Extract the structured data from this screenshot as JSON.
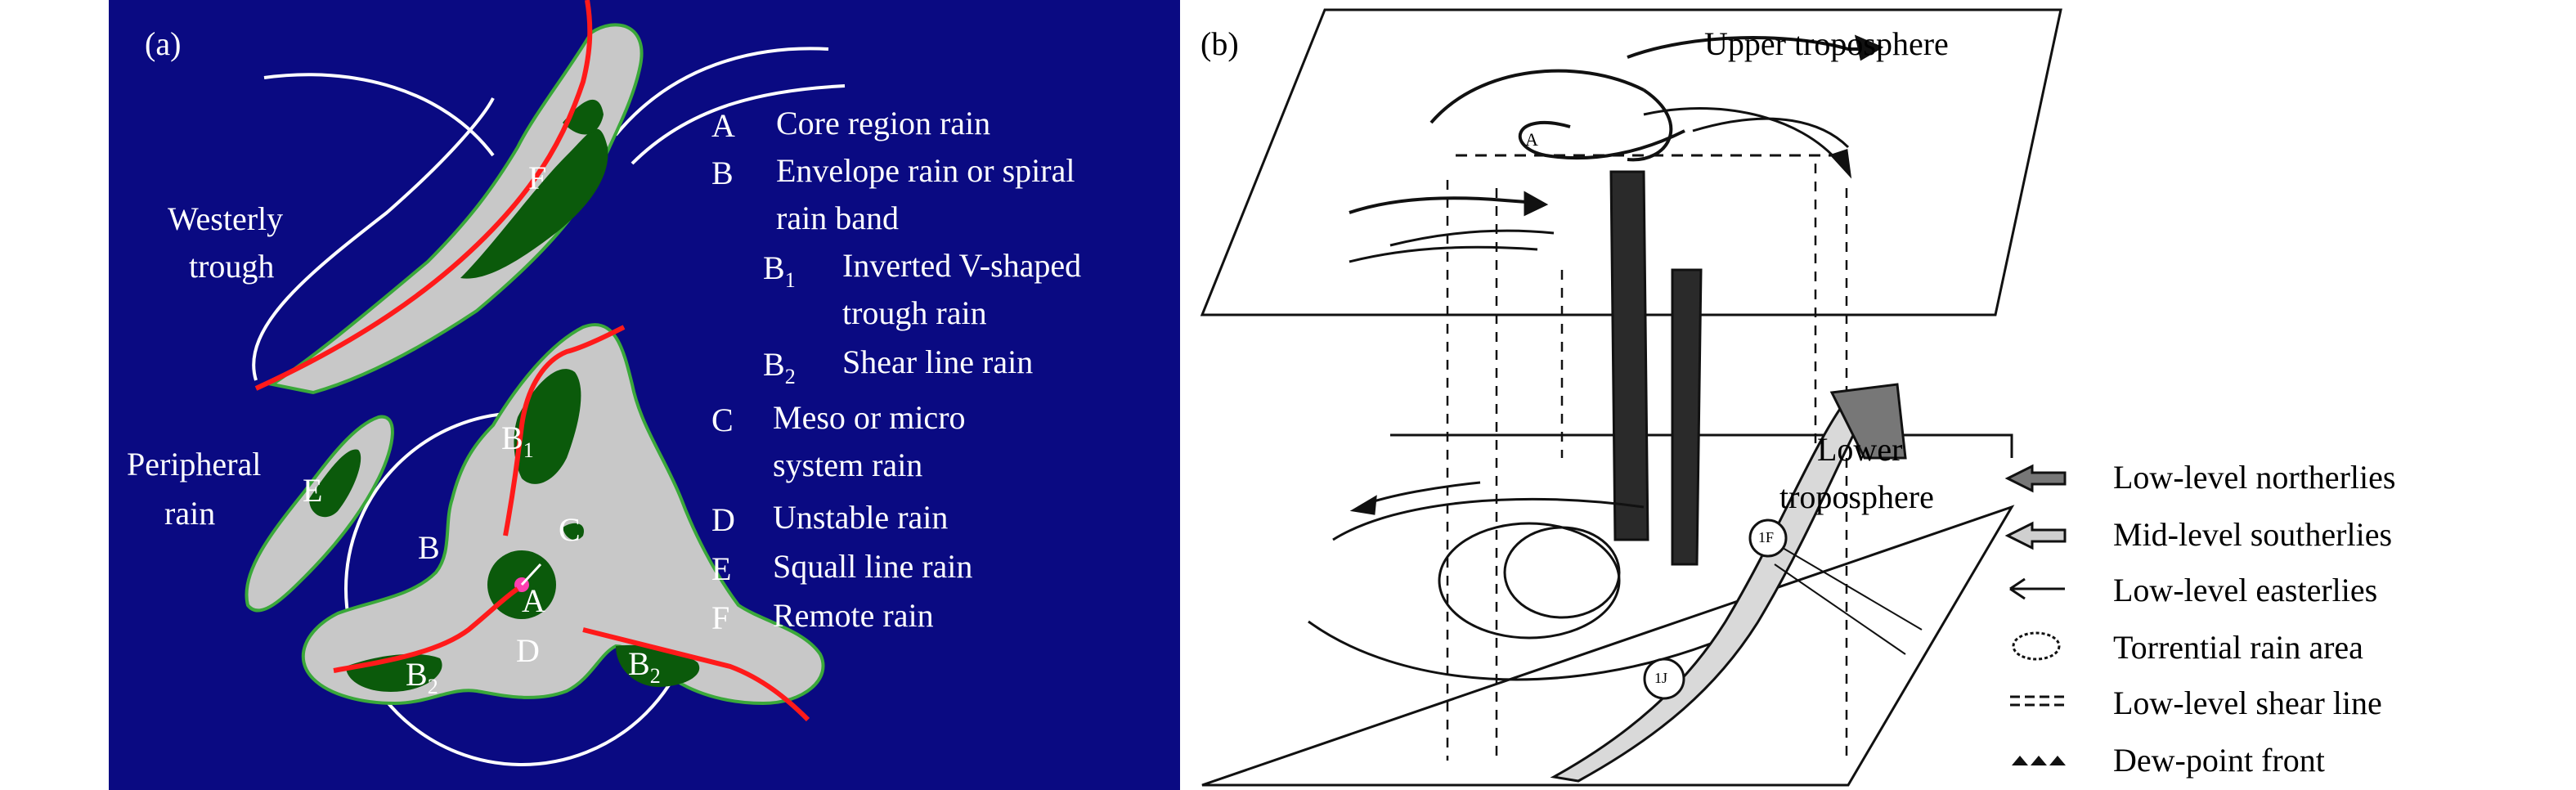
{
  "panel_a": {
    "label": "(a)",
    "feature_labels": {
      "westerly_trough": [
        "Westerly",
        "trough"
      ],
      "peripheral_rain": [
        "Peripheral",
        "rain"
      ],
      "F": "F",
      "E": "E",
      "B1": "B",
      "B1_sub": "1",
      "B": "B",
      "C": "C",
      "A": "A",
      "D": "D",
      "B2_left": "B",
      "B2_left_sub": "2",
      "B2_right": "B",
      "B2_right_sub": "2"
    },
    "key": [
      {
        "letter": "A",
        "lines": [
          "Core region rain"
        ]
      },
      {
        "letter": "B",
        "lines": [
          "Envelope rain or spiral",
          "rain band"
        ]
      },
      {
        "letter": "B",
        "sub": "1",
        "lines": [
          "Inverted V-shaped",
          "trough rain"
        ]
      },
      {
        "letter": "B",
        "sub": "2",
        "lines": [
          "Shear line rain"
        ]
      },
      {
        "letter": "C",
        "lines": [
          "Meso or micro",
          "system rain"
        ]
      },
      {
        "letter": "D",
        "lines": [
          "Unstable rain"
        ]
      },
      {
        "letter": "E",
        "lines": [
          "Squall line rain"
        ]
      },
      {
        "letter": "F",
        "lines": [
          "Remote rain"
        ]
      }
    ],
    "colors": {
      "background": "#0a0a82",
      "cloud": "#c8c8c8",
      "cloud_edge": "#3aa83a",
      "rain": "#0b5a0b",
      "axis_line": "#ff1a1a",
      "contour": "#ffffff",
      "center_dot": "#ff3fb0"
    }
  },
  "panel_b": {
    "label": "(b)",
    "upper_label": "Upper troposphere",
    "lower_label": [
      "Lower",
      "troposphere"
    ],
    "diagram_marks": {
      "A": "A",
      "circle_1": "1F",
      "circle_2": "1J"
    },
    "legend": [
      {
        "icon": "crosshatch-arrow-icon",
        "label": "Low-level northerlies"
      },
      {
        "icon": "hatched-arrow-icon",
        "label": "Mid-level southerlies"
      },
      {
        "icon": "open-arrow-icon",
        "label": "Low-level easterlies"
      },
      {
        "icon": "dotted-circle-icon",
        "label": "Torrential rain area"
      },
      {
        "icon": "dashed-line-icon",
        "label": "Low-level shear line"
      },
      {
        "icon": "triangle-front-icon",
        "label": "Dew-point front"
      }
    ]
  }
}
